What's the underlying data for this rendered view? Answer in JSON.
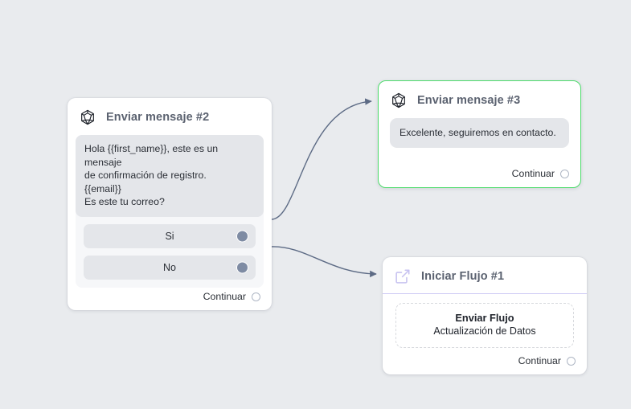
{
  "canvas": {
    "background_color": "#e9ebee",
    "selected_border_color": "#4ddb6b",
    "edge_color": "#5d6b85",
    "choice_dot_color": "#7e8ba3",
    "flow_accent_color": "#cdc9f5"
  },
  "nodes": [
    {
      "id": "msg2",
      "icon": "polyhedron-icon",
      "title": "Enviar mensaje #2",
      "selected": false,
      "message": "Hola {{first_name}}, este es un mensaje\nde confirmación de registro.\n{{email}}\nEs este tu correo?",
      "choices": [
        {
          "label": "Si"
        },
        {
          "label": "No"
        }
      ],
      "footer_label": "Continuar"
    },
    {
      "id": "msg3",
      "icon": "polyhedron-icon",
      "title": "Enviar mensaje #3",
      "selected": true,
      "message": "Excelente, seguiremos en contacto.",
      "footer_label": "Continuar"
    },
    {
      "id": "flow1",
      "icon": "external-link-icon",
      "title": "Iniciar Flujo #1",
      "selected": false,
      "action_title": "Enviar Flujo",
      "action_subtitle": "Actualización de Datos",
      "footer_label": "Continuar"
    }
  ],
  "edges": [
    {
      "from": "msg2.choice.Si",
      "to": "msg3"
    },
    {
      "from": "msg2.choice.No",
      "to": "flow1"
    }
  ]
}
